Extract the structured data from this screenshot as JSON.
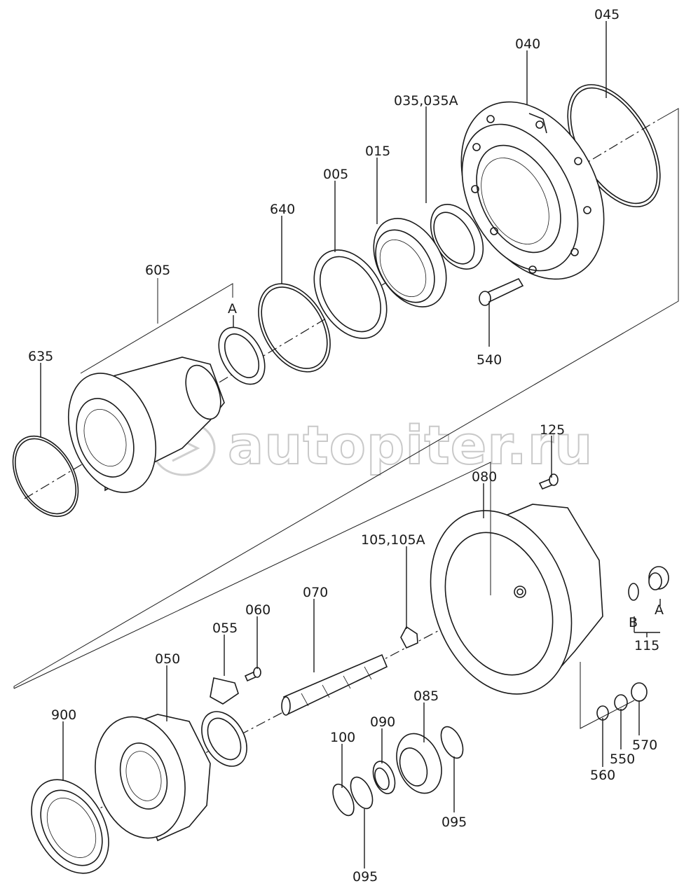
{
  "watermark": "autopiter.ru",
  "labels": {
    "l045": "045",
    "l040": "040",
    "l035": "035,035A",
    "l015": "015",
    "l005": "005",
    "l640": "640",
    "l605": "605",
    "lA1": "A",
    "l635": "635",
    "l540": "540",
    "l125": "125",
    "l080": "080",
    "l105": "105,105A",
    "l070": "070",
    "l060": "060",
    "l055": "055",
    "l050": "050",
    "l900": "900",
    "l085": "085",
    "l090": "090",
    "l100": "100",
    "l095a": "095",
    "l095b": "095",
    "lB": "B",
    "lA2": "A",
    "l115": "115",
    "l560": "560",
    "l550": "550",
    "l570": "570"
  }
}
